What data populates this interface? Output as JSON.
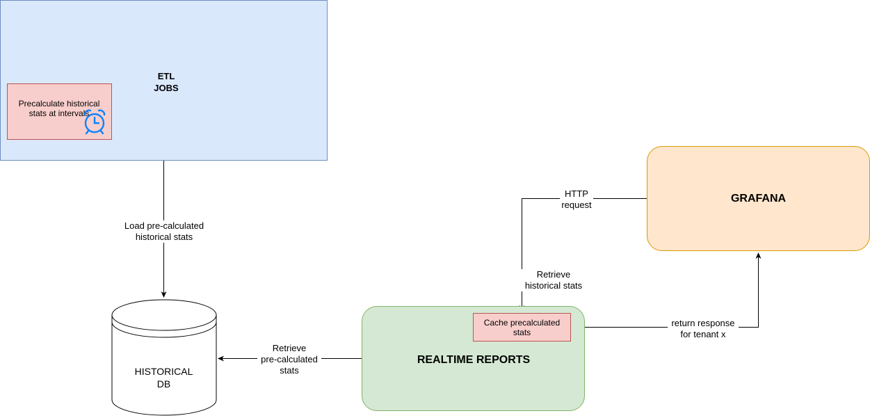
{
  "etl": {
    "title_line1": "ETL",
    "title_line2": "JOBS"
  },
  "precalc": {
    "text": "Precalculate historical stats at intervals",
    "icon": "alarm-clock-icon"
  },
  "grafana": {
    "title": "GRAFANA"
  },
  "realtime": {
    "title": "REALTIME REPORTS"
  },
  "cache": {
    "text": "Cache precalculated stats"
  },
  "db": {
    "line1": "HISTORICAL",
    "line2": "DB"
  },
  "edges": {
    "load": {
      "line1": "Load pre-calculated",
      "line2": "historical stats"
    },
    "http": {
      "line1": "HTTP",
      "line2": "request"
    },
    "retrieve_hist": {
      "line1": "Retrieve",
      "line2": "historical stats"
    },
    "return_resp": {
      "line1": "return response",
      "line2": "for tenant x"
    },
    "retrieve_pre": {
      "line1": "Retrieve",
      "line2": "pre-calculated",
      "line3": "stats"
    }
  },
  "colors": {
    "etl_fill": "#dae8fc",
    "etl_stroke": "#6c8ebf",
    "red_fill": "#f8cecc",
    "red_stroke": "#b85450",
    "orange_fill": "#ffe6cc",
    "orange_stroke": "#d79b00",
    "green_fill": "#d5e8d4",
    "green_stroke": "#82b366",
    "icon_blue": "#0a84ff"
  }
}
